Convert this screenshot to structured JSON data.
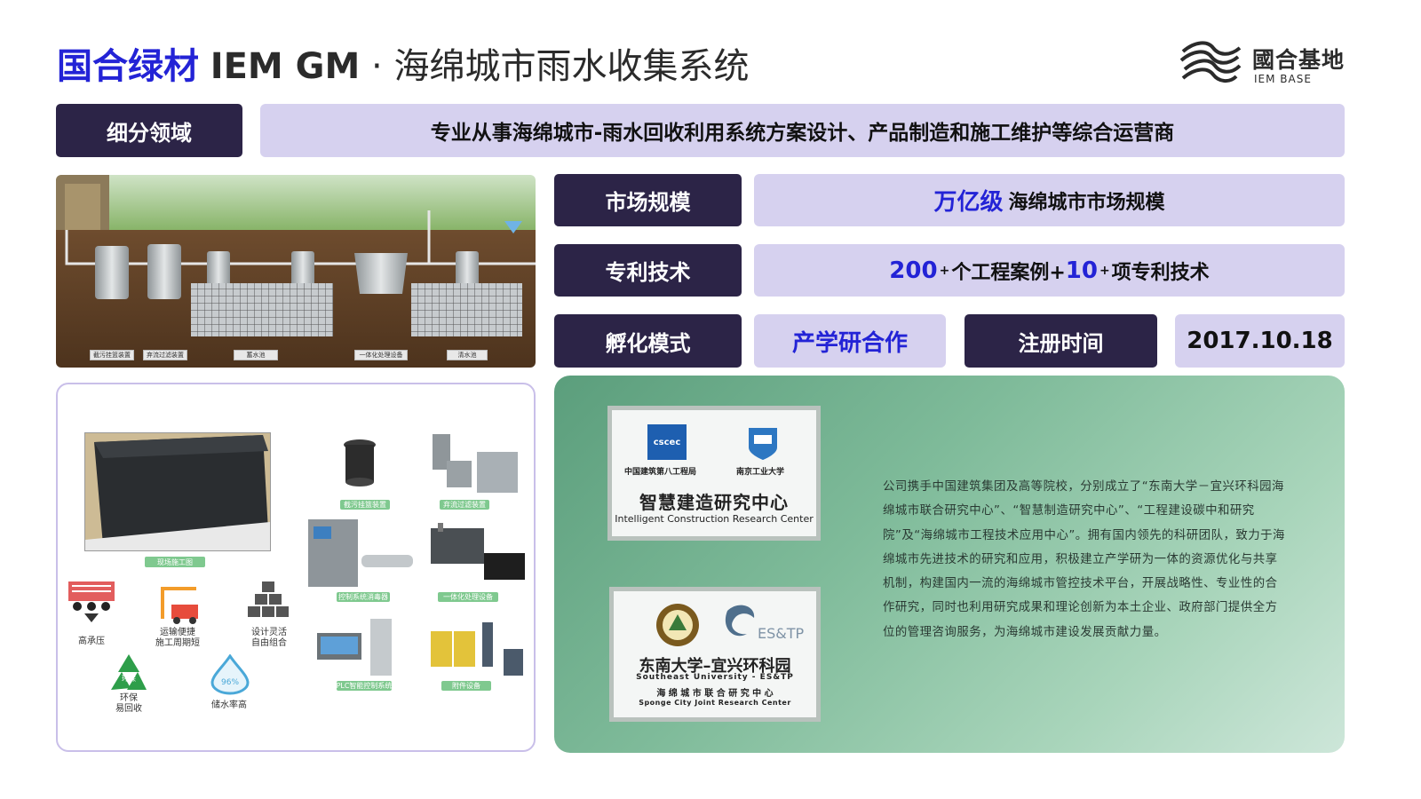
{
  "header": {
    "brand": "国合绿材",
    "code": "IEM GM",
    "separator": "·",
    "system": "海绵城市雨水收集系统"
  },
  "logo": {
    "name": "國合基地",
    "sub": "IEM BASE"
  },
  "field": {
    "label": "细分领域",
    "value": "专业从事海绵城市-雨水回收利用系统方案设计、产品制造和施工维护等综合运营商"
  },
  "market": {
    "label": "市场规模",
    "highlight": "万亿级",
    "text": "海绵城市市场规模"
  },
  "patent": {
    "label": "专利技术",
    "num1": "200",
    "plus1": "+",
    "text1": "个工程案例+",
    "num2": "10",
    "plus2": "+",
    "text2": "项专利技术"
  },
  "incubation": {
    "label": "孵化模式",
    "value": "产学研合作"
  },
  "registration": {
    "label": "注册时间",
    "value": "2017.10.18"
  },
  "diagram_labels": [
    "截污挂篮装置",
    "弃流过滤装置",
    "蓄水池",
    "一体化处理设备",
    "清水池"
  ],
  "products": {
    "site_label": "现场施工图",
    "items": [
      "截污挂篮装置",
      "弃流过滤装置",
      "控制系统消毒器",
      "一体化处理设备",
      "PLC智能控制系统",
      "附件设备"
    ],
    "features": [
      {
        "icon": "truck-icon",
        "label": "高承压"
      },
      {
        "icon": "crane-icon",
        "label": "运输便捷\n施工周期短"
      },
      {
        "icon": "blocks-icon",
        "label": "设计灵活\n自由组合"
      },
      {
        "icon": "recycle-icon",
        "label": "环保\n易回收"
      },
      {
        "icon": "water-drop-icon",
        "label": "储水率高"
      }
    ],
    "recycle_badge": "环保",
    "drop_badge": "96%"
  },
  "research": {
    "card1": {
      "org1": "中国建筑第八工程局",
      "org2": "南京工业大学",
      "logo1": "cscec",
      "title": "智慧建造研究中心",
      "en": "Intelligent Construction Research Center"
    },
    "card2": {
      "logo_text": "ES&TP",
      "title": "东南大学–宜兴环科园",
      "en": "Southeast University - ES&TP",
      "cn2": "海 绵 城 市 联 合 研 究 中 心",
      "en2": "Sponge City Joint Research Center"
    },
    "paragraph": "公司携手中国建筑集团及高等院校，分别成立了“东南大学－宜兴环科园海绵城市联合研究中心”、“智慧制造研究中心”、“工程建设碳中和研究院”及“海绵城市工程技术应用中心”。拥有国内领先的科研团队，致力于海绵城市先进技术的研究和应用，积极建立产学研为一体的资源优化与共享机制，构建国内一流的海绵城市管控技术平台，开展战略性、专业性的合作研究，同时也利用研究成果和理论创新为本土企业、政府部门提供全方位的管理咨询服务，为海绵城市建设发展贡献力量。"
  },
  "colors": {
    "accent_blue": "#2323d6",
    "dark_purple": "#2c2447",
    "light_lavender": "#d6d1ef",
    "green_panel": "#7fbb9a"
  }
}
